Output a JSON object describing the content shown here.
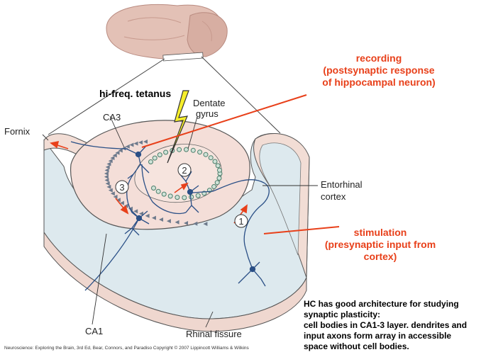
{
  "labels": {
    "tetanus": "hi-freq. tetanus",
    "dentate": [
      "Dentate",
      "gyrus"
    ],
    "ca3": "CA3",
    "ca1": "CA1",
    "fornix": "Fornix",
    "entorhinal": [
      "Entorhinal",
      "cortex"
    ],
    "rhinal": "Rhinal fissure",
    "circle1": "1",
    "circle2": "2",
    "circle3": "3"
  },
  "recording": [
    "recording",
    "(postsynaptic response",
    "of hippocampal neuron)"
  ],
  "stimulation": [
    "stimulation",
    "(presynaptic input from",
    "cortex)"
  ],
  "note": [
    "HC has good architecture for studying",
    "synaptic plasticity:",
    "cell bodies in CA1-3 layer. dendrites and",
    "input axons form array in accessible",
    "space without cell bodies."
  ],
  "credit": "Neuroscience: Exploring the Brain, 3rd Ed, Bear, Connors, and Paradiso Copyright © 2007 Lippincott Williams & Wilkins",
  "colors": {
    "annotation": "#e8401a",
    "tissue": "#f4ded8",
    "ventricle": "#d9e8ee",
    "neuron": "#2a4f86",
    "bolt": "#f6ee2a"
  }
}
